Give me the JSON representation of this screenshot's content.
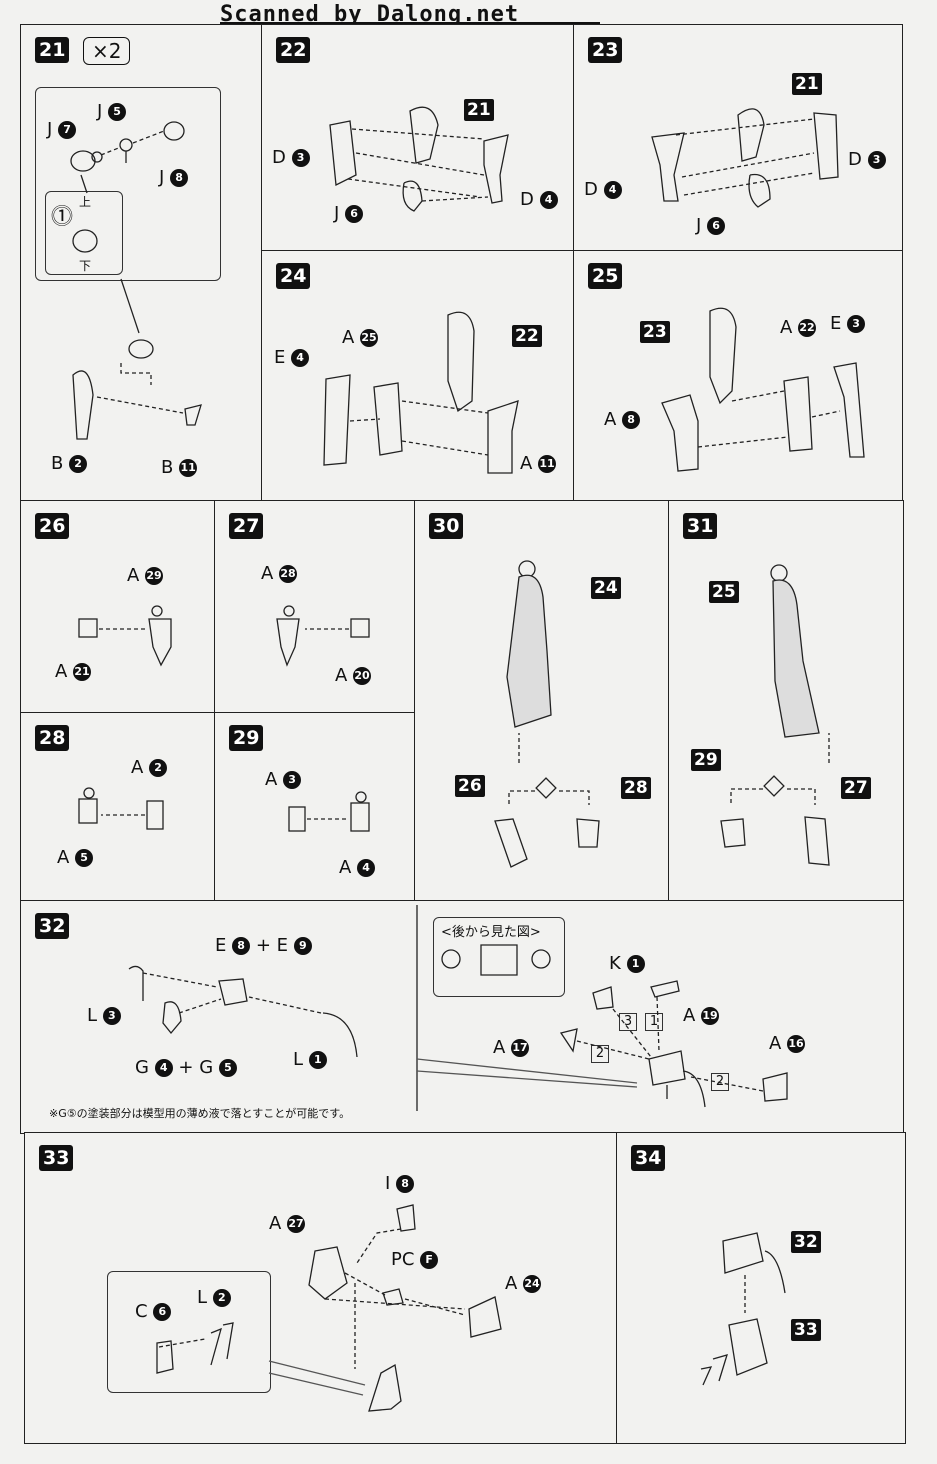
{
  "header": {
    "banner": "Scanned by Dalong.net"
  },
  "steps": {
    "s21": {
      "num": "21",
      "mult": "×2",
      "j7": "J",
      "j5": "J",
      "j8": "J",
      "b2": "B",
      "b11": "B",
      "up": "上",
      "down": "下"
    },
    "s22": {
      "num": "22",
      "ref": "21",
      "d3": "D",
      "d4": "D",
      "j6": "J"
    },
    "s23": {
      "num": "23",
      "ref": "21",
      "d3": "D",
      "d4": "D",
      "j6": "J"
    },
    "s24": {
      "num": "24",
      "ref": "22",
      "e4": "E",
      "a25": "A",
      "a11": "A"
    },
    "s25": {
      "num": "25",
      "ref": "23",
      "a22": "A",
      "e3": "E",
      "a8": "A"
    },
    "s26": {
      "num": "26",
      "a29": "A",
      "a21": "A"
    },
    "s27": {
      "num": "27",
      "a28": "A",
      "a20": "A"
    },
    "s28": {
      "num": "28",
      "a2": "A",
      "a5": "A"
    },
    "s29": {
      "num": "29",
      "a3": "A",
      "a4": "A"
    },
    "s30": {
      "num": "30",
      "ref": "24",
      "left": "26",
      "right": "28"
    },
    "s31": {
      "num": "31",
      "ref": "25",
      "left": "29",
      "right": "27"
    },
    "s32": {
      "num": "32",
      "e89": "E",
      "plus": "+",
      "l3": "L",
      "l1": "L",
      "g45": "G",
      "view": "<後から見た図>",
      "k1": "K",
      "a19": "A",
      "a17": "A",
      "a16": "A",
      "note": "※G⑤の塗装部分は模型用の薄め液で落とすことが可能です。",
      "o3": "3",
      "o1": "1",
      "o2a": "2",
      "o2b": "2"
    },
    "s33": {
      "num": "33",
      "i8": "I",
      "a27": "A",
      "pcf": "PC",
      "a24": "A",
      "c6": "C",
      "l2": "L"
    },
    "s34": {
      "num": "34",
      "r32": "32",
      "r33": "33"
    }
  },
  "circles": {
    "n2": "2",
    "n3": "3",
    "n4": "4",
    "n5": "5",
    "n6": "6",
    "n7": "7",
    "n8": "8",
    "n9": "9",
    "n11": "11",
    "n16": "16",
    "n17": "17",
    "n19": "19",
    "n20": "20",
    "n21": "21",
    "n22": "22",
    "n24": "24",
    "n25": "25",
    "n27": "27",
    "n28": "28",
    "n29": "29",
    "n1": "1",
    "nF": "F"
  }
}
